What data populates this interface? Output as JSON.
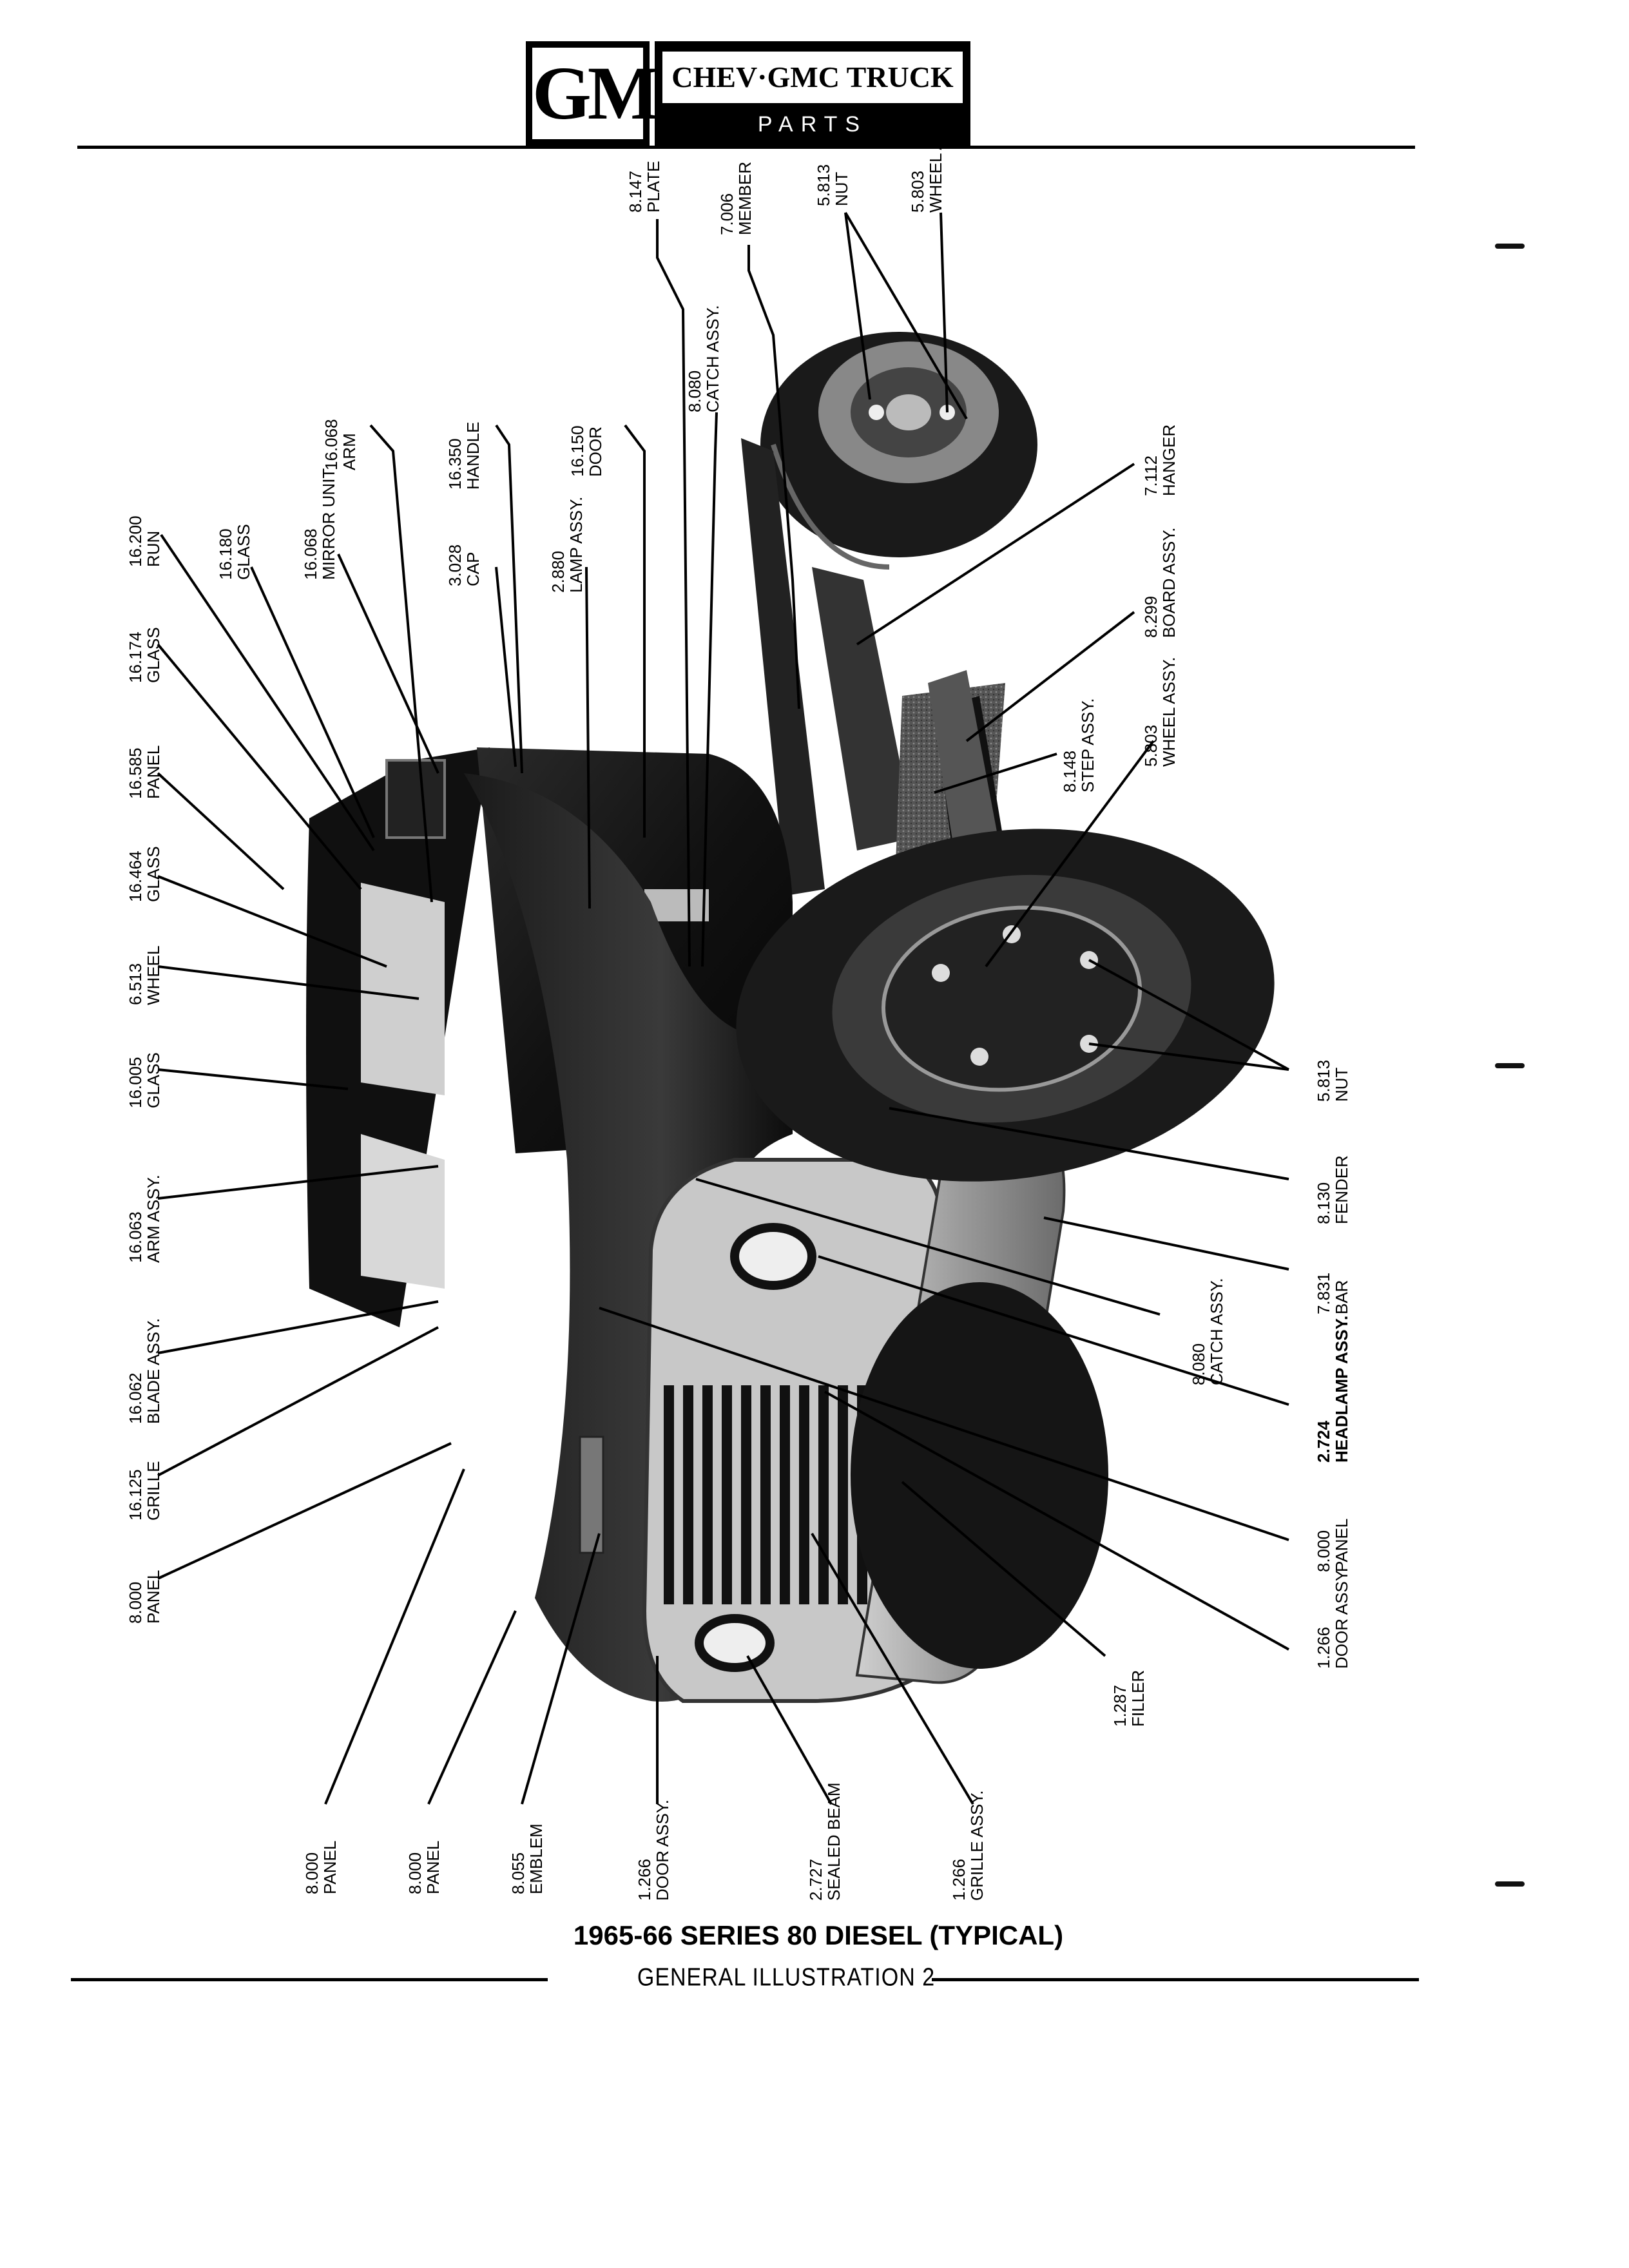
{
  "header": {
    "logo_mark": "GM",
    "logo_title": "CHEV·GMC TRUCK",
    "logo_subtitle": "PARTS CATALOGUE"
  },
  "caption": {
    "title": "1965-66 SERIES 80 DIESEL (TYPICAL)",
    "subtitle": "GENERAL ILLUSTRATION 2"
  },
  "callouts": [
    {
      "num": "8.147",
      "label": "PLATE"
    },
    {
      "num": "7.006",
      "label": "MEMBER"
    },
    {
      "num": "5.813",
      "label": "NUT"
    },
    {
      "num": "5.803",
      "label": "WHEEL ASSY."
    },
    {
      "num": "8.080",
      "label": "CATCH ASSY."
    },
    {
      "num": "16.068",
      "label": "ARM"
    },
    {
      "num": "16.350",
      "label": "HANDLE"
    },
    {
      "num": "16.150",
      "label": "DOOR"
    },
    {
      "num": "7.112",
      "label": "HANGER"
    },
    {
      "num": "16.200",
      "label": "RUN"
    },
    {
      "num": "16.180",
      "label": "GLASS"
    },
    {
      "num": "16.068",
      "label": "MIRROR UNIT"
    },
    {
      "num": "3.028",
      "label": "CAP"
    },
    {
      "num": "2.880",
      "label": "LAMP ASSY."
    },
    {
      "num": "8.299",
      "label": "BOARD ASSY."
    },
    {
      "num": "16.174",
      "label": "GLASS"
    },
    {
      "num": "5.803",
      "label": "WHEEL ASSY."
    },
    {
      "num": "16.585",
      "label": "PANEL"
    },
    {
      "num": "8.148",
      "label": "STEP ASSY."
    },
    {
      "num": "16.464",
      "label": "GLASS"
    },
    {
      "num": "6.513",
      "label": "WHEEL"
    },
    {
      "num": "5.813",
      "label": "NUT"
    },
    {
      "num": "16.005",
      "label": "GLASS"
    },
    {
      "num": "8.130",
      "label": "FENDER"
    },
    {
      "num": "16.063",
      "label": "ARM ASSY."
    },
    {
      "num": "7.831",
      "label": "BAR"
    },
    {
      "num": "8.080",
      "label": "CATCH ASSY."
    },
    {
      "num": "16.062",
      "label": "BLADE ASSY."
    },
    {
      "num": "2.724",
      "label": "HEADLAMP ASSY."
    },
    {
      "num": "16.125",
      "label": "GRILLE"
    },
    {
      "num": "8.000",
      "label": "PANEL"
    },
    {
      "num": "8.000",
      "label": "PANEL"
    },
    {
      "num": "1.266",
      "label": "DOOR ASSY."
    },
    {
      "num": "1.287",
      "label": "FILLER"
    },
    {
      "num": "8.000",
      "label": "PANEL"
    },
    {
      "num": "8.000",
      "label": "PANEL"
    },
    {
      "num": "8.055",
      "label": "EMBLEM"
    },
    {
      "num": "1.266",
      "label": "DOOR ASSY."
    },
    {
      "num": "2.727",
      "label": "SEALED BEAM"
    },
    {
      "num": "1.266",
      "label": "GRILLE ASSY."
    }
  ]
}
